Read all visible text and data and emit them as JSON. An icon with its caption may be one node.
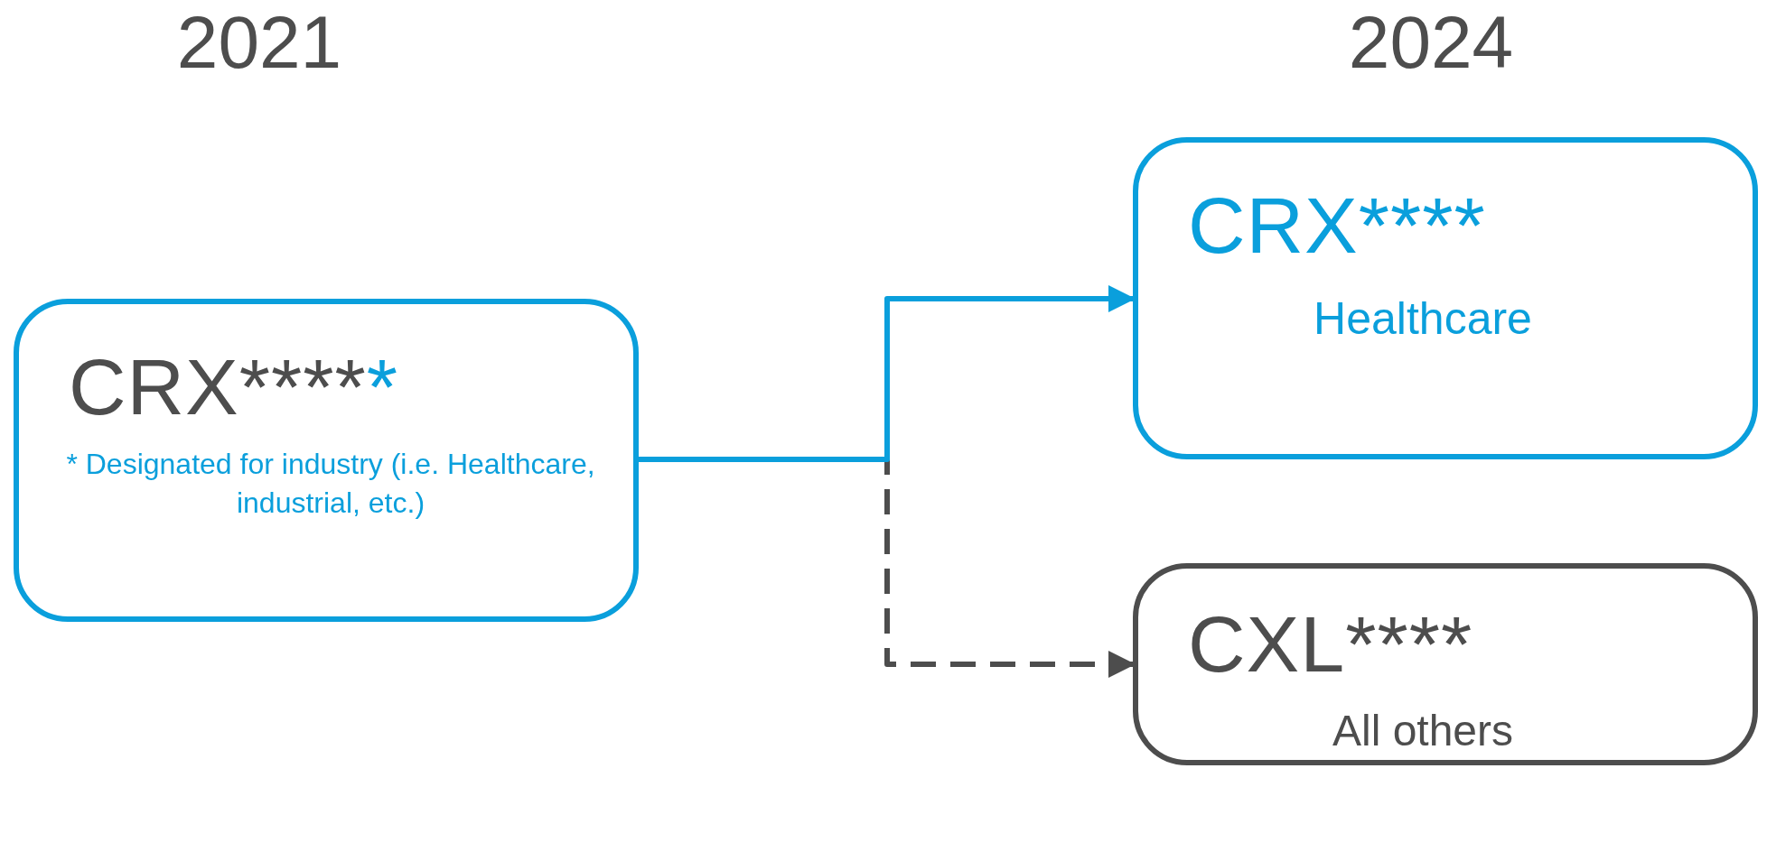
{
  "diagram": {
    "nodes": [
      {
        "text": [
          "CRX****",
          "*",
          "* Designated for industry (i.e. Healthcare, industrial, etc.)"
        ]
      },
      {
        "text": [
          "CRX****",
          "Healthcare"
        ]
      },
      {
        "text": [
          "CXL****",
          "All others"
        ]
      }
    ],
    "edges": [
      {
        "from": 0,
        "to": 1,
        "arrow": "to",
        "color": "#0a9fdc"
      },
      {
        "from": 0,
        "to": 2,
        "arrow": "to",
        "style": "dashed",
        "color": "#4d4d4d"
      }
    ],
    "labels": [
      "2021",
      "2024"
    ]
  }
}
